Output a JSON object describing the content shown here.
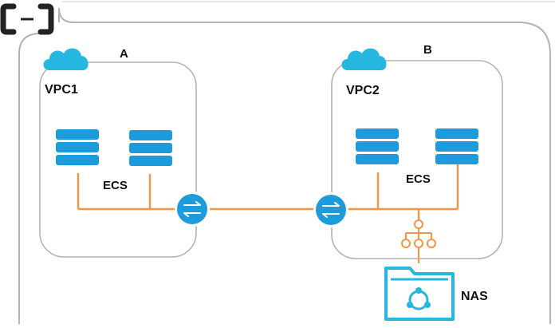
{
  "regions": [
    {
      "label": "A",
      "vpc_label": "VPC1"
    },
    {
      "label": "B",
      "vpc_label": "VPC2"
    }
  ],
  "compute": {
    "label": "ECS"
  },
  "storage": {
    "label": "NAS"
  },
  "colors": {
    "accent_blue": "#1E9BDB",
    "cyan": "#25B7E0",
    "wire": "#F0964A",
    "frame": "#B3B3B3",
    "text": "#111111"
  },
  "icons": {
    "logo": "aliyun-logo-icon",
    "cloud": "cloud-icon",
    "server": "server-icon",
    "router": "router-icon",
    "network": "network-hub-icon",
    "storage": "nas-folder-icon"
  }
}
